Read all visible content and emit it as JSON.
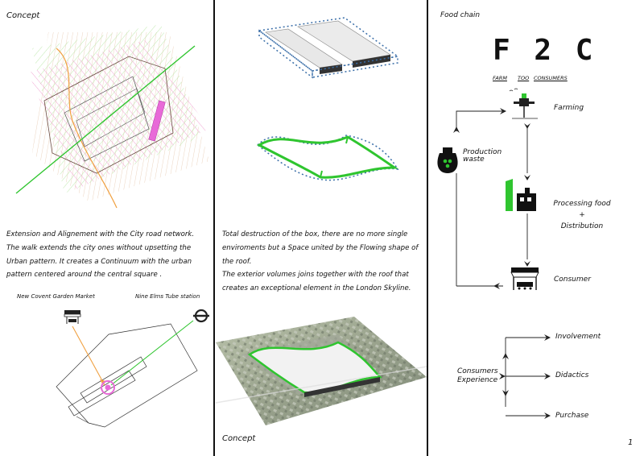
{
  "left": {
    "title": "Concept",
    "caption": [
      "Extension and Alignement with the City road network.",
      "The walk extends the city ones without upsetting the",
      "Urban pattern. It creates a Continuum with the urban",
      "pattern centered around the central square ."
    ],
    "market_label": "New Covent Garden Market",
    "tube_label": "Nine Elms Tube station"
  },
  "middle": {
    "caption": [
      "Total destruction of the box, there are no more single",
      "enviroments but a Space united by the Flowing shape of",
      "the roof.",
      "The exterior volumes joins together with the roof that",
      "creates an exceptional element in the London Skyline."
    ],
    "bottom_title": "Concept"
  },
  "right": {
    "title": "Food chain",
    "logo": {
      "letters": "F 2 C",
      "farm": "FARM",
      "too": "TOO",
      "consumers": "CONSUMERS"
    },
    "farming": "Farming",
    "production_waste": [
      "Production",
      "waste"
    ],
    "processing": [
      "Processing food",
      "+",
      "Distribution"
    ],
    "consumer": "Consumer",
    "experience": [
      "Consumers",
      "Experience"
    ],
    "involvement": "Involvement",
    "didactics": "Didactics",
    "purchase": "Purchase"
  },
  "page_number": "1",
  "colors": {
    "accent_green": "#2fc52f",
    "accent_pink": "#e86ad8",
    "orange": "#f0a040",
    "dotted_blue": "#3a6ea8"
  }
}
